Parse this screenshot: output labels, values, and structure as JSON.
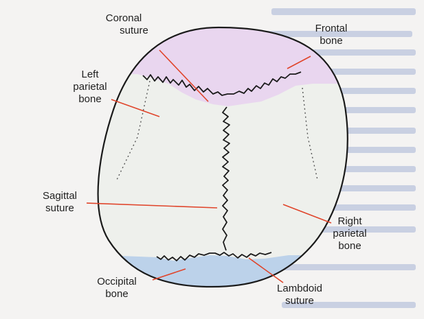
{
  "diagram": {
    "labels": {
      "coronal_suture": [
        "Coronal",
        "suture"
      ],
      "frontal_bone": [
        "Frontal",
        "bone"
      ],
      "left_parietal_bone": [
        "Left",
        "parietal",
        "bone"
      ],
      "sagittal_suture": [
        "Sagittal",
        "suture"
      ],
      "right_parietal_bone": [
        "Right",
        "parietal",
        "bone"
      ],
      "occipital_bone": [
        "Occipital",
        "bone"
      ],
      "lambdoid_suture": [
        "Lambdoid",
        "suture"
      ]
    },
    "colors": {
      "frontal_fill": "#e9d6ef",
      "occipital_fill": "#bcd2ea",
      "skull_fill": "#eef0ec",
      "leader_line": "#e0442a",
      "outline": "#1a1a1a"
    }
  }
}
